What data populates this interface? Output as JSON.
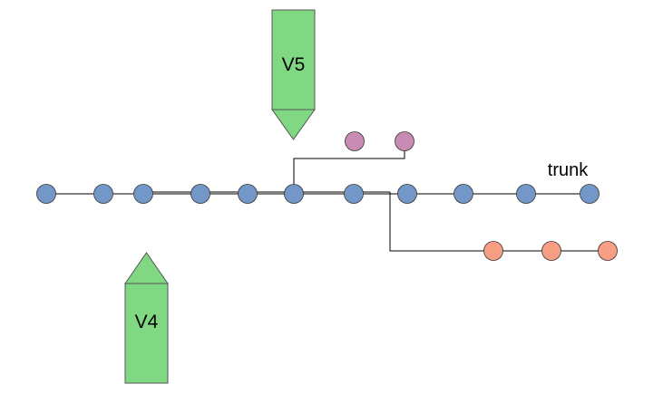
{
  "diagram": {
    "trunk_label": "trunk",
    "arrows": [
      {
        "id": "v5",
        "label": "V5",
        "direction": "down"
      },
      {
        "id": "v4",
        "label": "V4",
        "direction": "up"
      }
    ],
    "colors": {
      "trunk_node": "#7397c8",
      "branch_purple_node": "#c98ab4",
      "branch_orange_node": "#f79e84",
      "arrow_fill": "#80d982",
      "line": "#000000"
    },
    "trunk_node_count": 11,
    "purple_branch_node_count": 2,
    "orange_branch_node_count": 3
  }
}
